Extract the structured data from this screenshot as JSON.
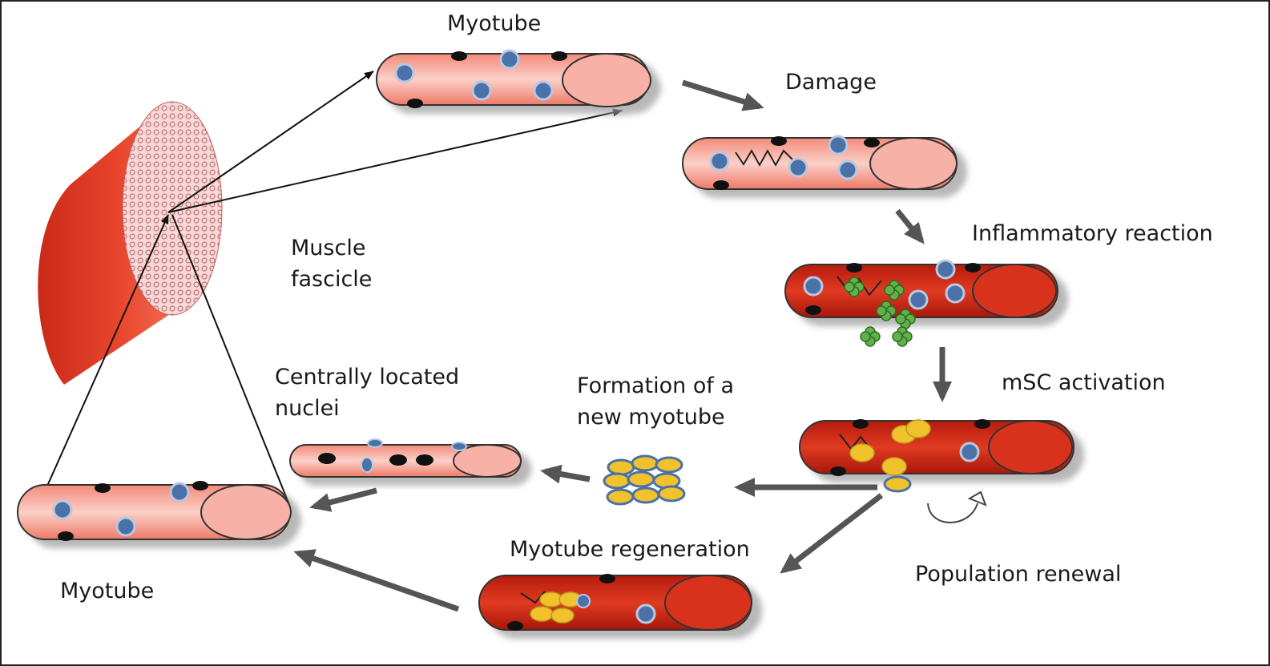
{
  "labels": {
    "myotube_top": "Myotube",
    "damage": "Damage",
    "inflammatory": "Inflammatory reaction",
    "msc_activation": "mSC activation",
    "population_renewal": "Population renewal",
    "myotube_regeneration": "Myotube regeneration",
    "formation": "Formation of a\nnew myotube",
    "central_nuclei": "Centrally located\nnuclei",
    "muscle_fascicle": "Muscle\nfascicle",
    "myotube_bottom": "Myotube"
  },
  "colors": {
    "pale_fiber": "#f07f6f",
    "pale_fiber_light": "#fbd3cc",
    "dark_fiber": "#d42a18",
    "dark_fiber_deep": "#a8170a",
    "nucleus_blue": "#4a72a8",
    "nucleus_rim": "#b9c8e0",
    "black_nucleus": "#111111",
    "immune_green": "#62b04a",
    "satellite_yellow": "#f2c22c",
    "arrow_gray": "#555555"
  }
}
